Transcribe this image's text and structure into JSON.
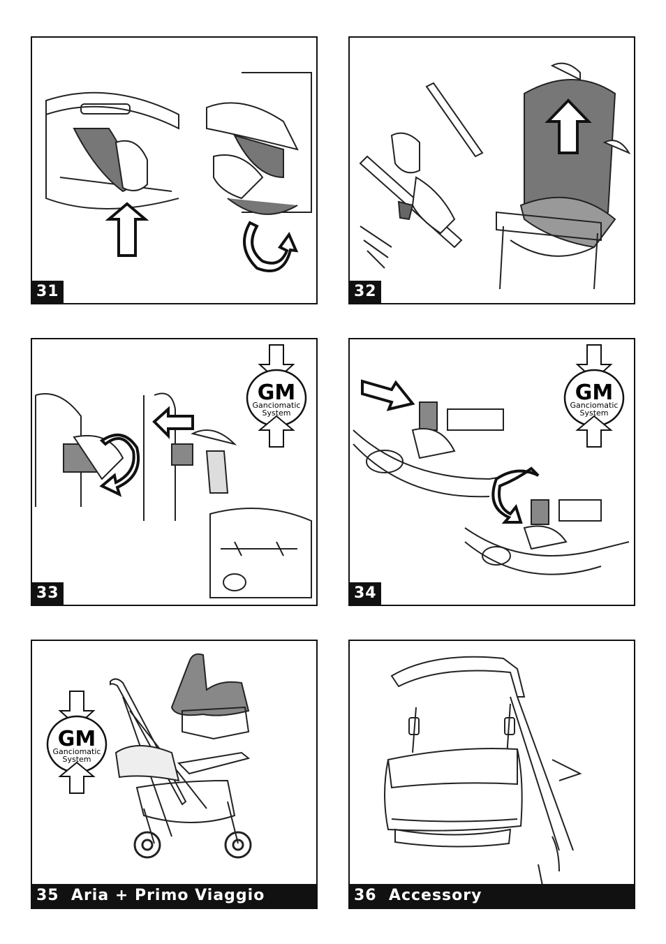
{
  "panels": [
    {
      "id": "31",
      "label": "31"
    },
    {
      "id": "32",
      "label": "32"
    },
    {
      "id": "33",
      "label": "33"
    },
    {
      "id": "34",
      "label": "34"
    },
    {
      "id": "35",
      "label": "35  Aria + Primo Viaggio"
    },
    {
      "id": "36",
      "label": "36  Accessory"
    }
  ],
  "gm_badge": {
    "big": "GM",
    "line1": "Ganciomatic",
    "line2": "System"
  },
  "icons": [
    "up-arrow-icon",
    "rotate-arrow-icon",
    "left-arrow-icon",
    "right-arrow-icon",
    "gm-badge-icon"
  ]
}
